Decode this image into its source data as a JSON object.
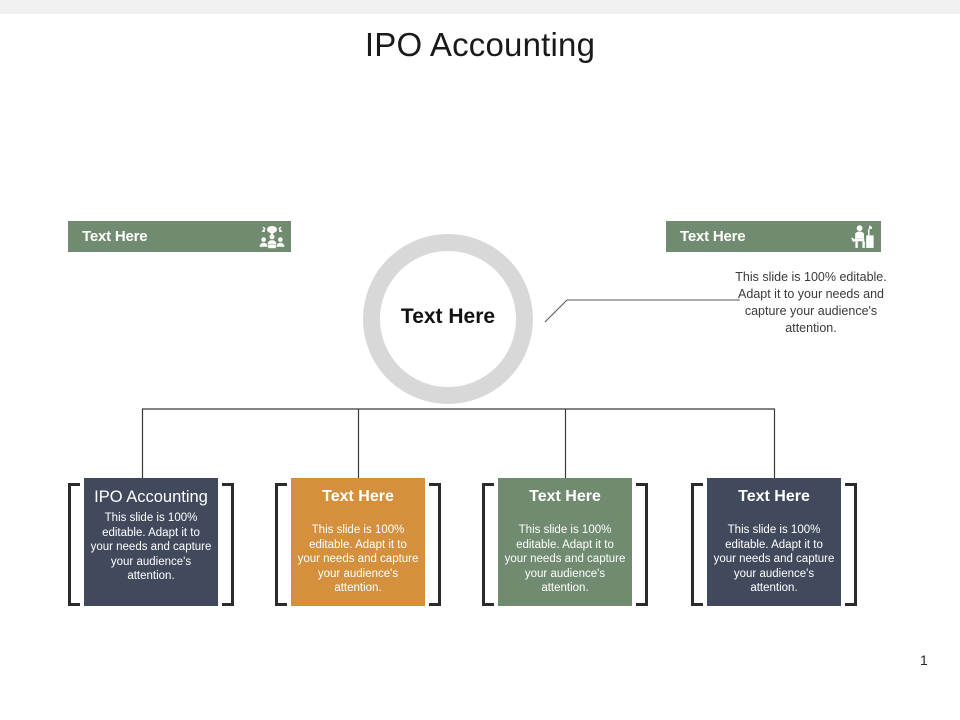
{
  "slide": {
    "title": "IPO Accounting",
    "page_number": "1",
    "colors": {
      "green": "#708b6f",
      "orange": "#d4903c",
      "slate": "#414a5c",
      "ring": "#d8d8d8",
      "topbar": "#f1f1f1",
      "bracket": "#2b2b2b"
    }
  },
  "banners": [
    {
      "label": "Text Here",
      "icon": "people-group-icon"
    },
    {
      "label": "Text Here",
      "icon": "person-at-desk-icon"
    }
  ],
  "center": {
    "label": "Text Here"
  },
  "side_note": {
    "text": "This slide is 100% editable. Adapt it to your needs and capture your audience's attention."
  },
  "cards": [
    {
      "title": "IPO Accounting",
      "body": "This slide is 100% editable. Adapt it to your needs and capture your audience's attention.",
      "color": "#414a5c"
    },
    {
      "title": "Text Here",
      "body": "This slide is 100% editable. Adapt it to your needs and capture your audience's attention.",
      "color": "#d4903c"
    },
    {
      "title": "Text Here",
      "body": "This slide is 100% editable. Adapt it to your needs and capture your audience's attention.",
      "color": "#708b6f"
    },
    {
      "title": "Text Here",
      "body": "This slide is 100% editable. Adapt it to your needs and capture your audience's attention.",
      "color": "#414a5c"
    }
  ]
}
